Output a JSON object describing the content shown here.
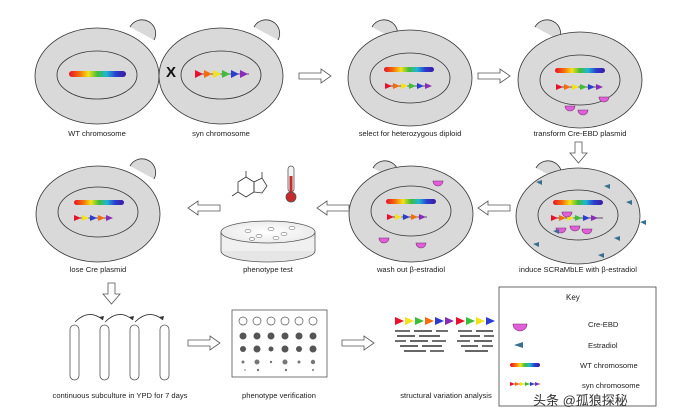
{
  "captions": {
    "wt_chromosome": "WT chromosome",
    "syn_chromosome": "syn chromosome",
    "select_diploid": "select for heterozygous diploid",
    "transform_plasmid": "transform Cre-EBD plasmid",
    "lose_plasmid": "lose Cre plasmid",
    "phenotype_test": "phenotype test",
    "wash_out": "wash out β-estradiol",
    "induce_scramble": "induce SCRaMbLE with β-estradiol",
    "subculture": "continuous subculture in YPD for 7 days",
    "phenotype_verification": "phenotype verification",
    "sv_analysis": "structural variation analysis"
  },
  "cross_symbol": "X",
  "key": {
    "title": "Key",
    "items": [
      {
        "label": "Cre-EBD",
        "icon": "cre-ebd-icon"
      },
      {
        "label": "Estradiol",
        "icon": "estradiol-icon"
      },
      {
        "label": "WT chromosome",
        "icon": "wt-chromosome-icon"
      },
      {
        "label": "syn chromosome",
        "icon": "syn-chromosome-icon"
      }
    ]
  },
  "watermark": "头条 @孤狼探秘",
  "colors": {
    "cell_fill": "#d9d9d9",
    "cell_stroke": "#333333",
    "cre_ebd": "#e060d8",
    "estradiol": "#3a6f8f",
    "arrow_fill": "#ffffff"
  }
}
